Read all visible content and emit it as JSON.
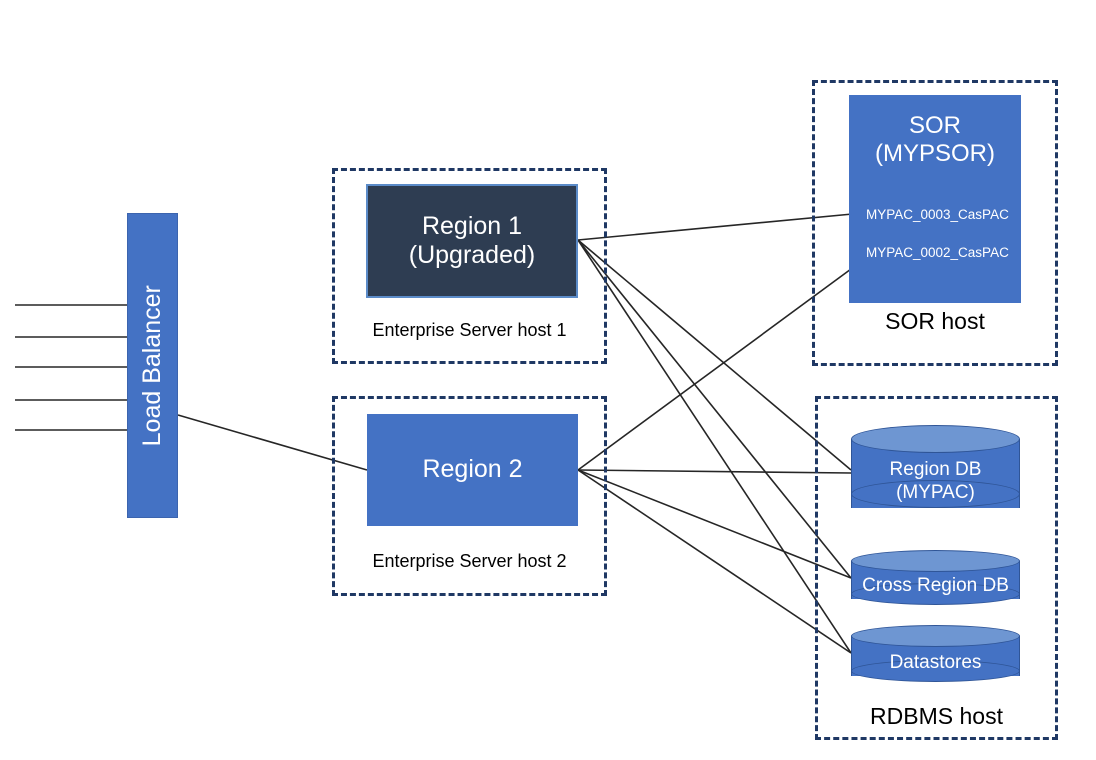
{
  "diagram": {
    "title": "Enterprise Server Region / SOR / RDBMS architecture",
    "colors": {
      "accent_blue": "#4472C4",
      "dark_navy_box": "#2E3D52",
      "dashed_border": "#1F3864",
      "cylinder_top": "#6E96D2",
      "cylinder_outline": "#2F5597",
      "connector_line": "#262626",
      "text_on_fill": "#FFFFFF",
      "text_on_white": "#000000"
    }
  },
  "load_balancer": {
    "label": "Load Balancer",
    "inbound_line_count": 5
  },
  "enterprise_hosts": [
    {
      "host_label": "Enterprise Server host 1",
      "node_lines": [
        "Region 1",
        "(Upgraded)"
      ],
      "node_name": "Region 1 (Upgraded)",
      "style": "dark"
    },
    {
      "host_label": "Enterprise Server host 2",
      "node_lines": [
        "Region 2"
      ],
      "node_name": "Region 2",
      "style": "blue"
    }
  ],
  "sor_host": {
    "host_label": "SOR host",
    "node_lines": [
      "SOR",
      "(MYPSOR)"
    ],
    "node_name": "SOR (MYPSOR)",
    "tags": [
      "MYPAC_0003_CasPAC",
      "MYPAC_0002_CasPAC"
    ]
  },
  "rdbms_host": {
    "host_label": "RDBMS host",
    "databases": [
      {
        "lines": [
          "Region DB",
          "(MYPAC)"
        ],
        "name": "Region DB (MYPAC)"
      },
      {
        "lines": [
          "Cross Region DB"
        ],
        "name": "Cross Region DB"
      },
      {
        "lines": [
          "Datastores"
        ],
        "name": "Datastores"
      }
    ]
  },
  "connections": [
    {
      "from": "Region 1 (Upgraded)",
      "to": "MYPAC_0003_CasPAC"
    },
    {
      "from": "Region 1 (Upgraded)",
      "to": "Region DB (MYPAC)"
    },
    {
      "from": "Region 1 (Upgraded)",
      "to": "Cross Region DB"
    },
    {
      "from": "Region 1 (Upgraded)",
      "to": "Datastores"
    },
    {
      "from": "Region 2",
      "to": "MYPAC_0002_CasPAC"
    },
    {
      "from": "Region 2",
      "to": "Region DB (MYPAC)"
    },
    {
      "from": "Region 2",
      "to": "Cross Region DB"
    },
    {
      "from": "Region 2",
      "to": "Datastores"
    },
    {
      "from": "Load Balancer",
      "to": "Region 2"
    }
  ]
}
